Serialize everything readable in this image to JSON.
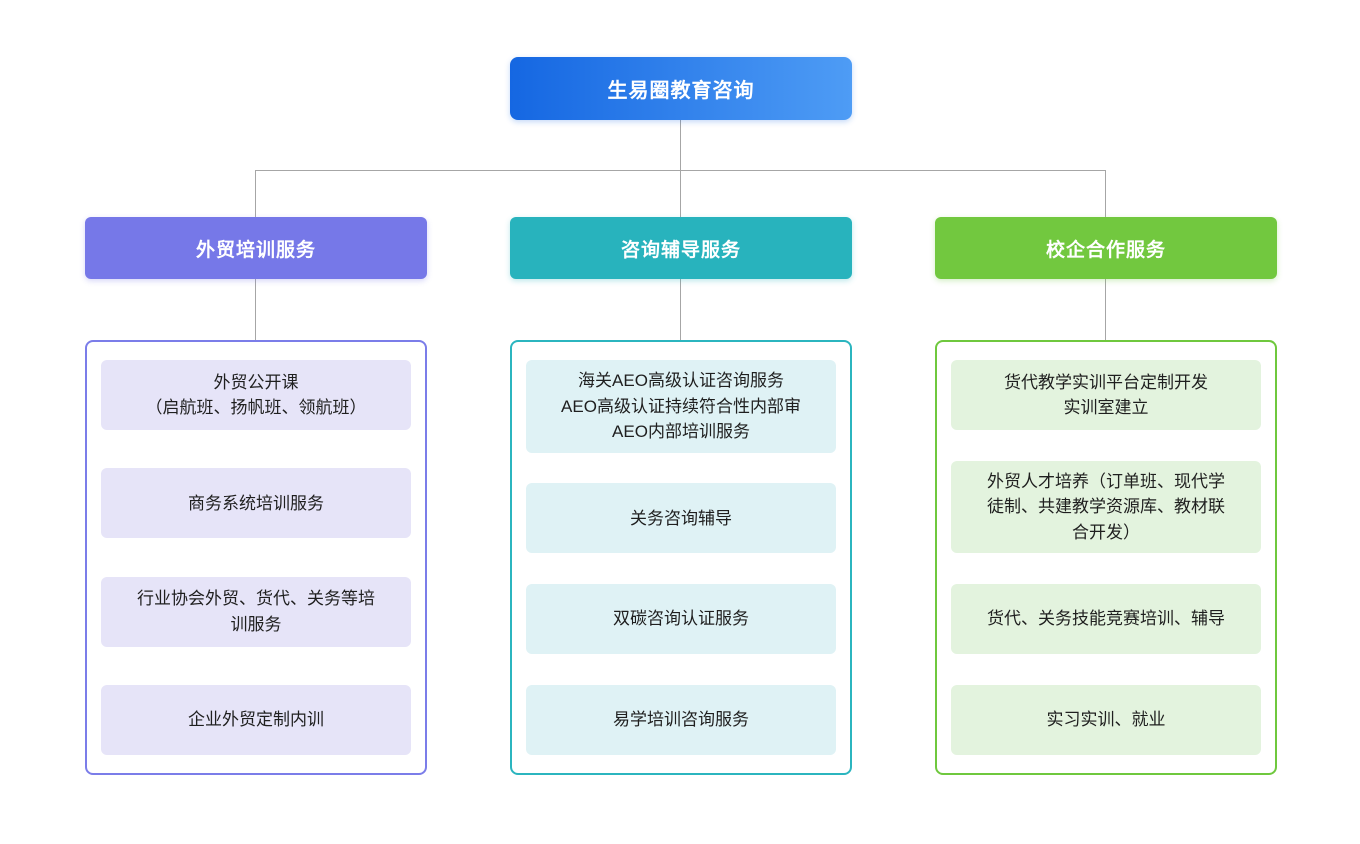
{
  "root": {
    "label": "生易圈教育咨询",
    "gradient_from": "#1567e2",
    "gradient_to": "#4e9cf5"
  },
  "connector_color": "#a6a6a6",
  "branches": [
    {
      "label": "外贸培训服务",
      "color": "#7678e8",
      "item_bg": "#e6e4f8",
      "items": [
        "外贸公开课\n（启航班、扬帆班、领航班）",
        "商务系统培训服务",
        "行业协会外贸、货代、关务等培\n训服务",
        "企业外贸定制内训"
      ]
    },
    {
      "label": "咨询辅导服务",
      "color": "#28b3bd",
      "item_bg": "#dff2f5",
      "items": [
        "海关AEO高级认证咨询服务\nAEO高级认证持续符合性内部审\nAEO内部培训服务",
        "关务咨询辅导",
        "双碳咨询认证服务",
        "易学培训咨询服务"
      ]
    },
    {
      "label": "校企合作服务",
      "color": "#72c83f",
      "item_bg": "#e3f3de",
      "items": [
        "货代教学实训平台定制开发\n实训室建立",
        "外贸人才培养（订单班、现代学\n徒制、共建教学资源库、教材联\n合开发）",
        "货代、关务技能竞赛培训、辅导",
        "实习实训、就业"
      ]
    }
  ]
}
